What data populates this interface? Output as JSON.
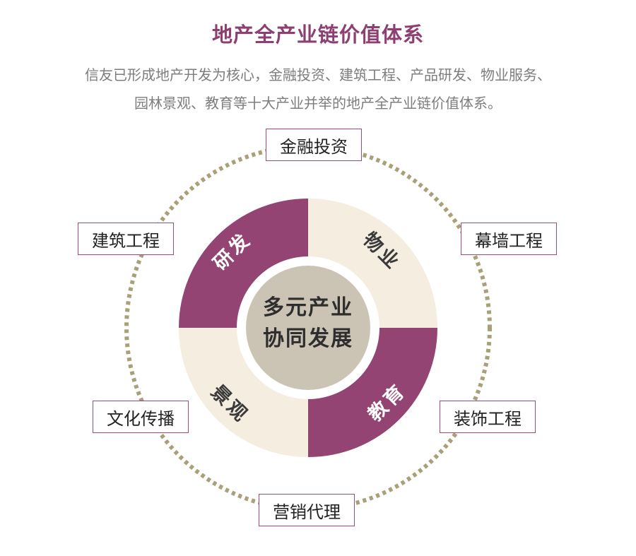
{
  "title": "地产全产业链价值体系",
  "intro": [
    "信友已形成地产开发为核心，金融投资、建筑工程、产品研发、物业服务、",
    "园林景观、教育等十大产业并举的地产全产业链价值体系。"
  ],
  "center": [
    "多元产业",
    "协同发展"
  ],
  "ring_segments": [
    {
      "text": "研发",
      "color": "#934473",
      "text_color": "#ffffff"
    },
    {
      "text": "物业",
      "color": "#f4ede0",
      "text_color": "#3a3a3a"
    },
    {
      "text": "教育",
      "color": "#934473",
      "text_color": "#ffffff"
    },
    {
      "text": "景观",
      "color": "#f4ede0",
      "text_color": "#3a3a3a"
    }
  ],
  "outer_labels": {
    "top": "金融投资",
    "upper_left": "建筑工程",
    "upper_right": "幕墙工程",
    "lower_left": "文化传播",
    "lower_right": "装饰工程",
    "bottom": "营销代理"
  },
  "colors": {
    "accent": "#934473",
    "cream": "#f4ede0",
    "hub": "#cbc4b4",
    "dotted_circle": "#a9a078"
  }
}
